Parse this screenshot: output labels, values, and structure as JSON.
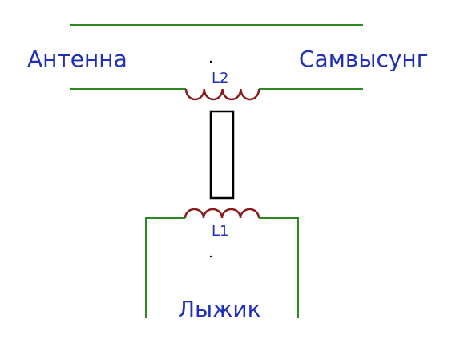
{
  "labels": {
    "left": "Антенна",
    "right": "Самвысунг",
    "bottom": "Лыжик",
    "coil_top": "L2",
    "coil_bottom": "L1"
  },
  "colors": {
    "wire": "#2a8a1e",
    "coil": "#8b1a1a",
    "text": "#1f2fb8",
    "core": "#000000"
  }
}
